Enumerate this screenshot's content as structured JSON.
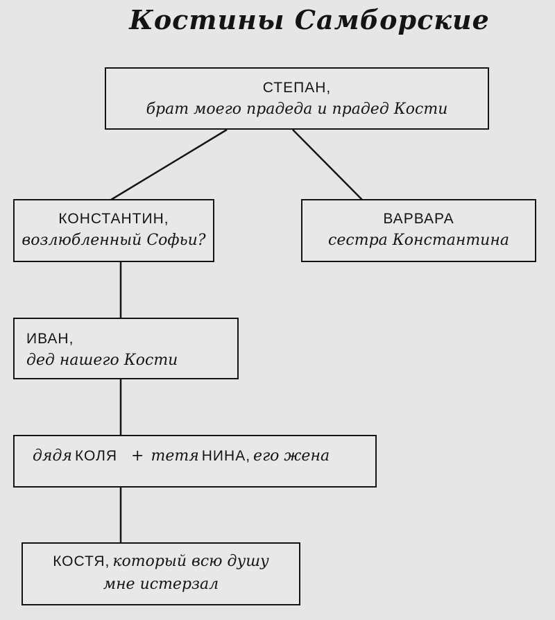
{
  "title": "Костины Самборские",
  "colors": {
    "background": "#e6e6e6",
    "box_fill": "#e8e8e8",
    "ink": "#141414"
  },
  "nodes": {
    "stepan": {
      "name": "СТЕПАН,",
      "desc": "брат моего прадеда и прадед Кости"
    },
    "konstantin": {
      "name": "КОНСТАНТИН,",
      "desc": "возлюбленный Софьи?"
    },
    "varvara": {
      "name": "ВАРВАРА",
      "desc": "сестра Константина"
    },
    "ivan": {
      "name": "ИВАН,",
      "desc": "дед нашего Кости"
    },
    "kolya_nina": {
      "rel1": "дядя",
      "name1": "КОЛЯ",
      "plus": "+",
      "rel2": "тетя",
      "name2": "НИНА,",
      "suffix": "его жена"
    },
    "kostya": {
      "name": "КОСТЯ,",
      "desc1": "который всю душу",
      "desc2": "мне истерзал"
    }
  }
}
